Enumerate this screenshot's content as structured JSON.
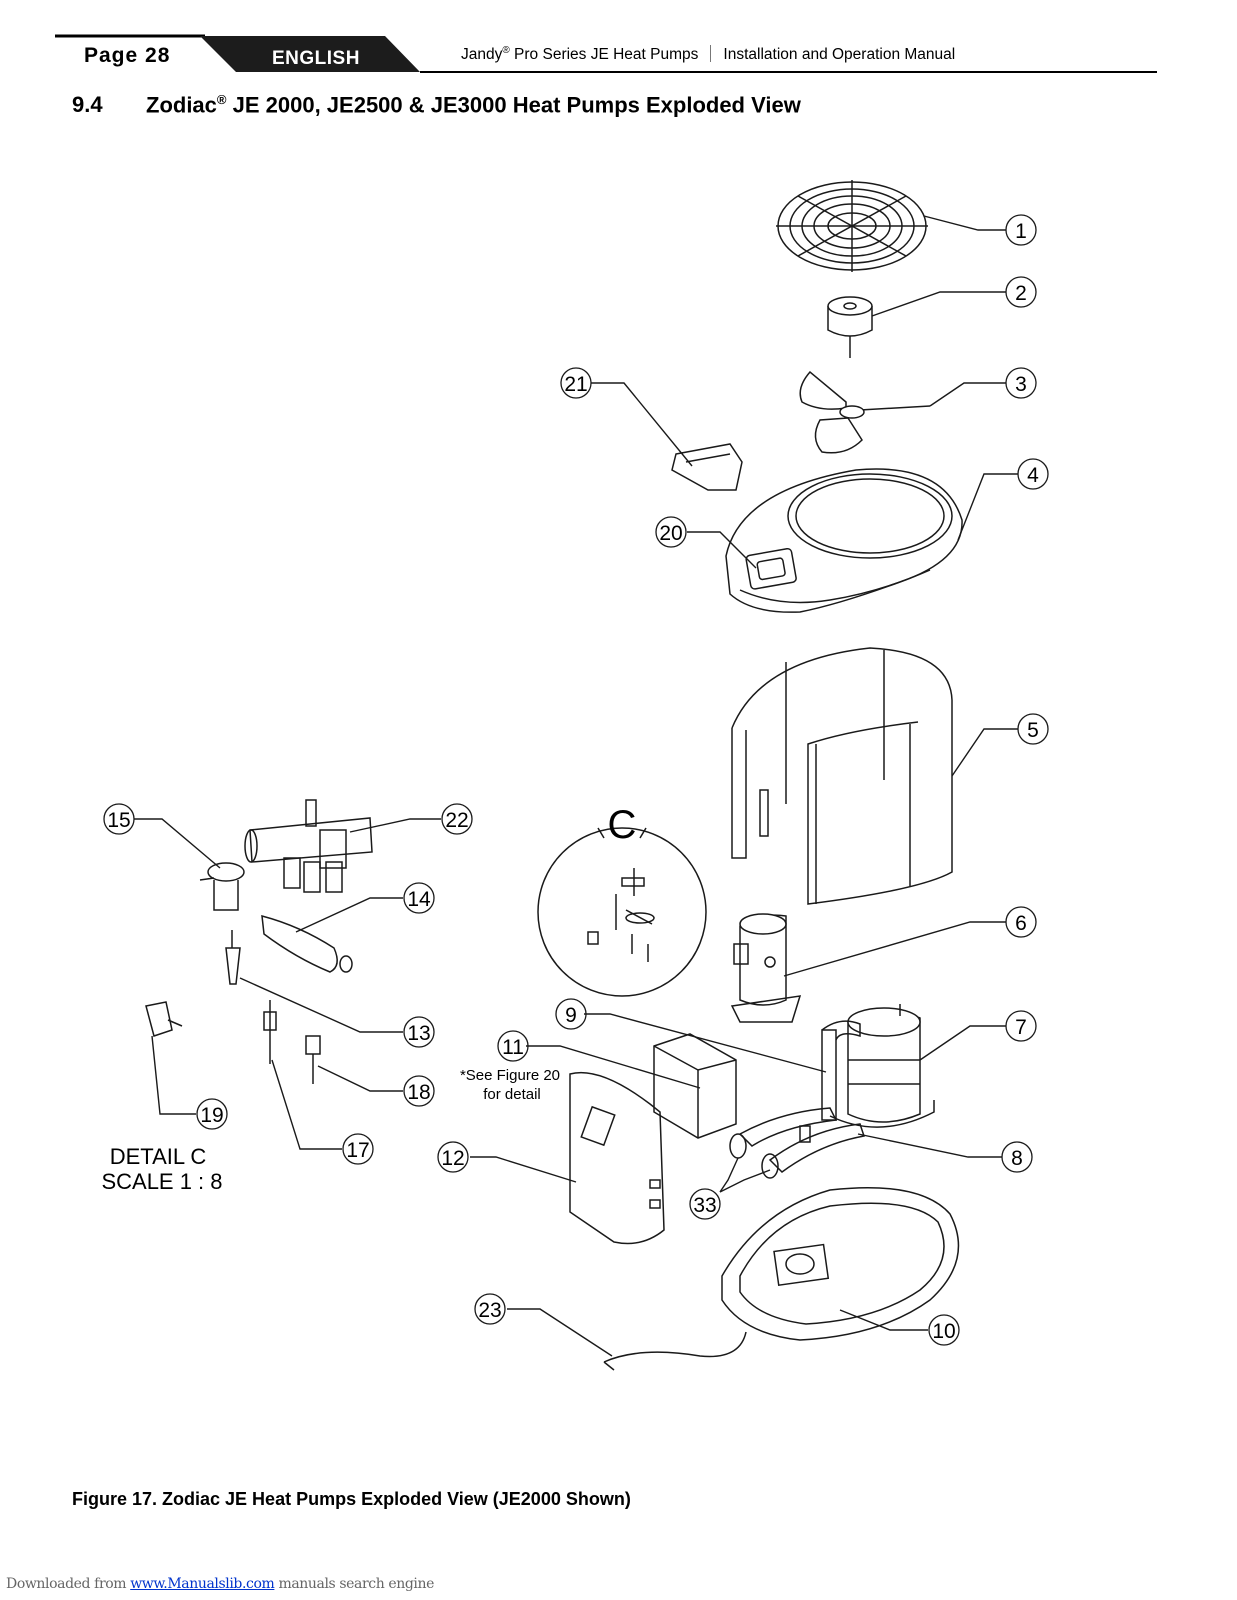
{
  "header": {
    "page": "Page 28",
    "language": "ENGLISH",
    "brand": "Jandy",
    "reg": "®",
    "product": " Pro Series JE Heat Pumps",
    "manual": "Installation and Operation Manual"
  },
  "section": {
    "number": "9.4",
    "brand": "Zodiac",
    "reg": "®",
    "title": " JE 2000, JE2500 & JE3000 Heat Pumps Exploded View"
  },
  "callouts": [
    "1",
    "2",
    "3",
    "4",
    "5",
    "6",
    "7",
    "8",
    "9",
    "10",
    "11",
    "12",
    "13",
    "14",
    "15",
    "17",
    "18",
    "19",
    "20",
    "21",
    "22",
    "23",
    "33"
  ],
  "detail": {
    "letter": "C",
    "label": "DETAIL C",
    "scale": "SCALE 1 : 8"
  },
  "note": {
    "line1": "*See Figure 20",
    "line2": "for detail"
  },
  "caption": "Figure 17.  Zodiac JE Heat Pumps Exploded View (JE2000 Shown)",
  "footer": {
    "prefix": "Downloaded from ",
    "link": "www.Manualslib.com",
    "suffix": " manuals search engine"
  }
}
